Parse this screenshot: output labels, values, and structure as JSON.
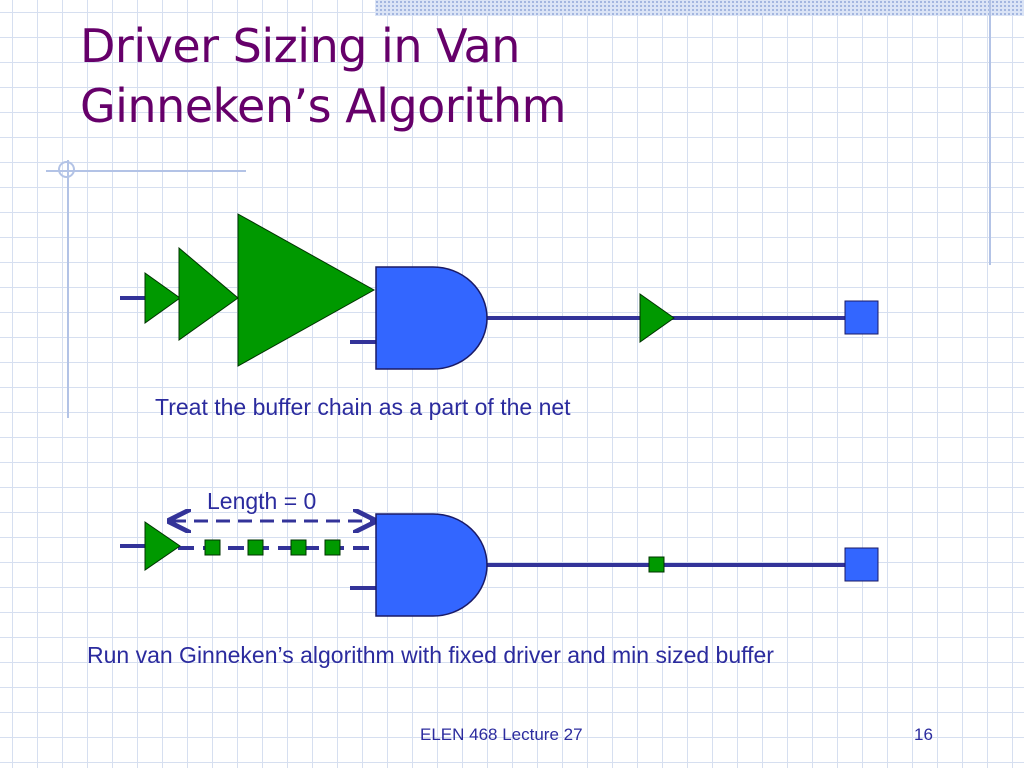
{
  "slide": {
    "title_lines": [
      "Driver Sizing in Van",
      "Ginneken’s Algorithm"
    ],
    "caption_top": "Treat the buffer chain as a part of the net",
    "caption_bottom": "Run van Ginneken’s algorithm with fixed driver and min sized buffer",
    "length_label": "Length = 0",
    "footer": "ELEN 468 Lecture 27",
    "page_number": "16"
  },
  "colors": {
    "title": "#66006a",
    "body_text": "#2b2b9e",
    "buffer_green": "#009900",
    "gate_blue": "#3366ff",
    "wire": "#333399",
    "grid": "#d6dff0"
  }
}
